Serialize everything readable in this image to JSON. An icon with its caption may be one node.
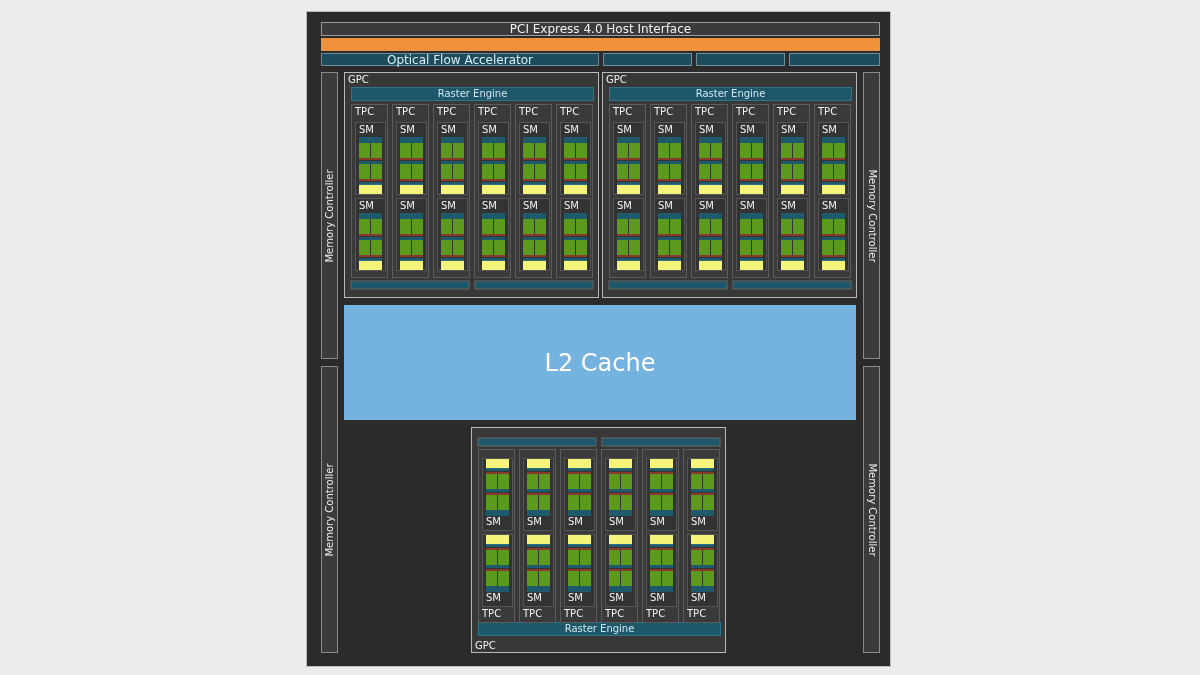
{
  "diagram": {
    "nodes": [
      {
        "text": [
          "PCI Express 4.0 Host Interface"
        ]
      },
      {
        "text": [],
        "shape": "bar"
      },
      {
        "text": [
          "Optical Flow Accelerator"
        ]
      },
      {
        "text": [],
        "shape": "bar"
      },
      {
        "text": [],
        "shape": "bar"
      },
      {
        "text": [],
        "shape": "bar"
      },
      {
        "text": [
          "Memory Controller"
        ]
      },
      {
        "text": [
          "GPC"
        ]
      },
      {
        "text": [
          "Raster Engine"
        ],
        "in": 7
      },
      {
        "text": [
          "TPC"
        ],
        "in": 7
      },
      {
        "text": [
          "SM"
        ],
        "in": 9
      },
      {
        "text": [
          "SM"
        ],
        "in": 9
      },
      {
        "text": [
          "TPC"
        ],
        "in": 7
      },
      {
        "text": [
          "SM"
        ],
        "in": 12
      },
      {
        "text": [
          "SM"
        ],
        "in": 12
      },
      {
        "text": [
          "TPC"
        ],
        "in": 7
      },
      {
        "text": [
          "SM"
        ],
        "in": 15
      },
      {
        "text": [
          "SM"
        ],
        "in": 15
      },
      {
        "text": [
          "TPC"
        ],
        "in": 7
      },
      {
        "text": [
          "SM"
        ],
        "in": 18
      },
      {
        "text": [
          "SM"
        ],
        "in": 18
      },
      {
        "text": [
          "TPC"
        ],
        "in": 7
      },
      {
        "text": [
          "SM"
        ],
        "in": 21
      },
      {
        "text": [
          "SM"
        ],
        "in": 21
      },
      {
        "text": [
          "TPC"
        ],
        "in": 7
      },
      {
        "text": [
          "SM"
        ],
        "in": 24
      },
      {
        "text": [
          "SM"
        ],
        "in": 24
      },
      {
        "text": [
          "GPC"
        ]
      },
      {
        "text": [
          "Raster Engine"
        ],
        "in": 27
      },
      {
        "text": [
          "TPC"
        ],
        "in": 27
      },
      {
        "text": [
          "SM"
        ],
        "in": 29
      },
      {
        "text": [
          "SM"
        ],
        "in": 29
      },
      {
        "text": [
          "TPC"
        ],
        "in": 27
      },
      {
        "text": [
          "SM"
        ],
        "in": 32
      },
      {
        "text": [
          "SM"
        ],
        "in": 32
      },
      {
        "text": [
          "TPC"
        ],
        "in": 27
      },
      {
        "text": [
          "SM"
        ],
        "in": 35
      },
      {
        "text": [
          "SM"
        ],
        "in": 35
      },
      {
        "text": [
          "TPC"
        ],
        "in": 27
      },
      {
        "text": [
          "SM"
        ],
        "in": 38
      },
      {
        "text": [
          "SM"
        ],
        "in": 38
      },
      {
        "text": [
          "TPC"
        ],
        "in": 27
      },
      {
        "text": [
          "SM"
        ],
        "in": 41
      },
      {
        "text": [
          "SM"
        ],
        "in": 41
      },
      {
        "text": [
          "TPC"
        ],
        "in": 27
      },
      {
        "text": [
          "SM"
        ],
        "in": 44
      },
      {
        "text": [
          "SM"
        ],
        "in": 44
      },
      {
        "text": [
          "Memory Controller"
        ]
      },
      {
        "text": [
          "L2 Cache"
        ]
      },
      {
        "text": [
          "Memory Controller"
        ]
      },
      {
        "text": [
          "GPC"
        ]
      },
      {
        "text": [
          "Raster Engine"
        ],
        "in": 50
      },
      {
        "text": [
          "TPC"
        ],
        "in": 50
      },
      {
        "text": [
          "SM"
        ],
        "in": 52
      },
      {
        "text": [
          "SM"
        ],
        "in": 52
      },
      {
        "text": [
          "TPC"
        ],
        "in": 50
      },
      {
        "text": [
          "SM"
        ],
        "in": 55
      },
      {
        "text": [
          "SM"
        ],
        "in": 55
      },
      {
        "text": [
          "TPC"
        ],
        "in": 50
      },
      {
        "text": [
          "SM"
        ],
        "in": 58
      },
      {
        "text": [
          "SM"
        ],
        "in": 58
      },
      {
        "text": [
          "TPC"
        ],
        "in": 50
      },
      {
        "text": [
          "SM"
        ],
        "in": 61
      },
      {
        "text": [
          "SM"
        ],
        "in": 61
      },
      {
        "text": [
          "TPC"
        ],
        "in": 50
      },
      {
        "text": [
          "SM"
        ],
        "in": 64
      },
      {
        "text": [
          "SM"
        ],
        "in": 64
      },
      {
        "text": [
          "TPC"
        ],
        "in": 50
      },
      {
        "text": [
          "SM"
        ],
        "in": 67
      },
      {
        "text": [
          "SM"
        ],
        "in": 67
      },
      {
        "text": [
          "Memory Controller"
        ]
      }
    ]
  }
}
